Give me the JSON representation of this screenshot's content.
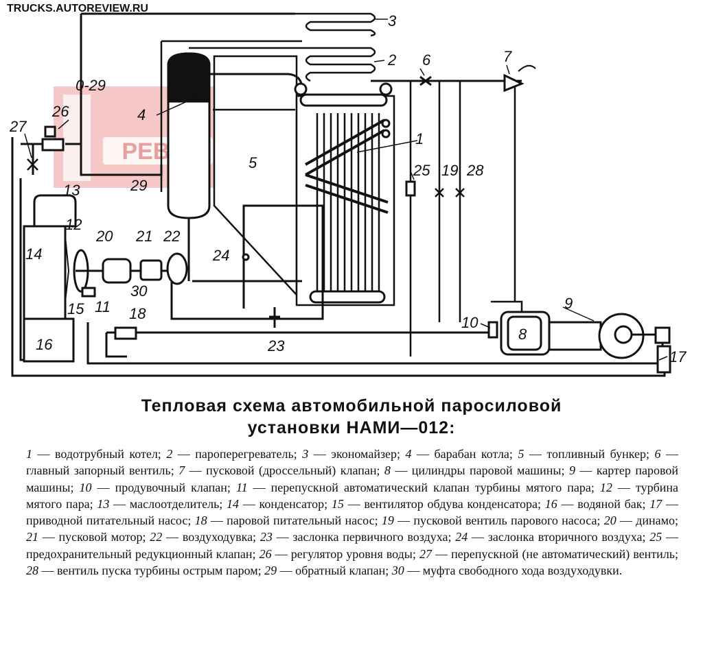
{
  "header": {
    "site": "TRUCKS.AUTOREVIEW.RU"
  },
  "watermark": {
    "text": "РЕВЮ"
  },
  "labels": {
    "l1": "1",
    "l2": "2",
    "l3": "3",
    "l4": "4",
    "l5": "5",
    "l6": "6",
    "l7": "7",
    "l8": "8",
    "l9": "9",
    "l10": "10",
    "l11": "11",
    "l12": "12",
    "l13": "13",
    "l14": "14",
    "l15": "15",
    "l16": "16",
    "l17": "17",
    "l18": "18",
    "l19": "19",
    "l20": "20",
    "l21": "21",
    "l22": "22",
    "l23": "23",
    "l24": "24",
    "l25": "25",
    "l26": "26",
    "l27": "27",
    "l28": "28",
    "l29a": "0-29",
    "l29b": "29",
    "l30": "30"
  },
  "caption": {
    "line1": "Тепловая схема автомобильной паросиловой",
    "line2": "установки НАМИ—012:"
  },
  "legend": [
    {
      "num": "1",
      "text": "водотрубный котел"
    },
    {
      "num": "2",
      "text": "пароперегреватель"
    },
    {
      "num": "3",
      "text": "экономайзер"
    },
    {
      "num": "4",
      "text": "барабан котла"
    },
    {
      "num": "5",
      "text": "топливный бункер"
    },
    {
      "num": "6",
      "text": "главный запорный вентиль"
    },
    {
      "num": "7",
      "text": "пусковой (дроссельный) клапан"
    },
    {
      "num": "8",
      "text": "цилиндры паровой машины"
    },
    {
      "num": "9",
      "text": "картер паровой машины"
    },
    {
      "num": "10",
      "text": "продувочный клапан"
    },
    {
      "num": "11",
      "text": "перепускной автоматический клапан турбины мятого пара"
    },
    {
      "num": "12",
      "text": "турбина мятого пара"
    },
    {
      "num": "13",
      "text": "маслоотделитель"
    },
    {
      "num": "14",
      "text": "конденсатор"
    },
    {
      "num": "15",
      "text": "вентилятор обдува конденсатора"
    },
    {
      "num": "16",
      "text": "водяной бак"
    },
    {
      "num": "17",
      "text": "приводной питательный насос"
    },
    {
      "num": "18",
      "text": "паровой питательный насос"
    },
    {
      "num": "19",
      "text": "пусковой вентиль парового насоса"
    },
    {
      "num": "20",
      "text": "динамо"
    },
    {
      "num": "21",
      "text": "пусковой мотор"
    },
    {
      "num": "22",
      "text": "воздуходувка"
    },
    {
      "num": "23",
      "text": "заслонка первичного воздуха"
    },
    {
      "num": "24",
      "text": "заслонка вторичного воздуха"
    },
    {
      "num": "25",
      "text": "предохранительный редукционный клапан"
    },
    {
      "num": "26",
      "text": "регулятор уровня воды"
    },
    {
      "num": "27",
      "text": "перепускной (не автоматический) вентиль"
    },
    {
      "num": "28",
      "text": "вентиль пуска турбины острым паром"
    },
    {
      "num": "29",
      "text": "обратный клапан"
    },
    {
      "num": "30",
      "text": "муфта свободного хода воздуходувки."
    }
  ]
}
